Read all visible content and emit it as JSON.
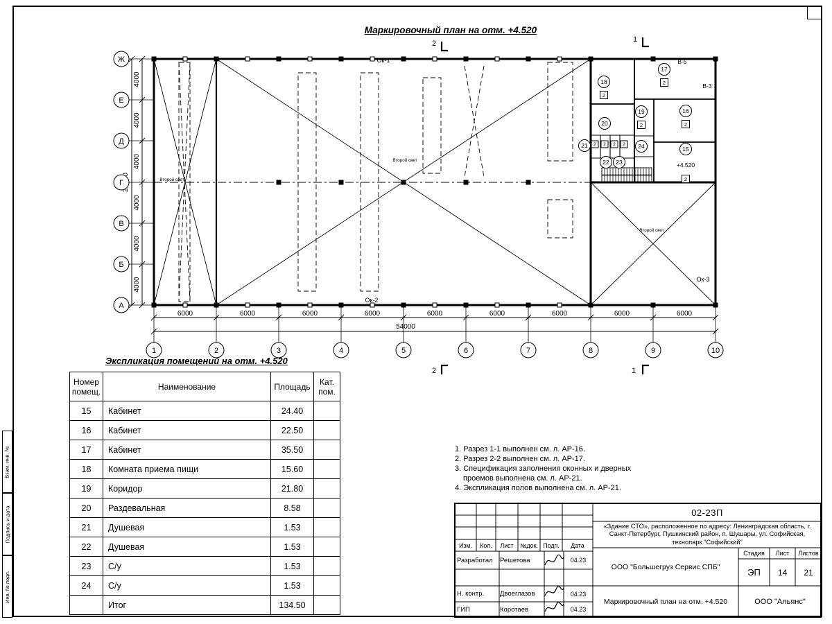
{
  "page": {
    "plan_title": "Маркировочный план на отм. +4.520",
    "table_title": "Экспликация помещений на отм. +4.520"
  },
  "plan": {
    "axes_rows": [
      "Ж",
      "Е",
      "Д",
      "Г",
      "В",
      "Б",
      "А"
    ],
    "axes_cols": [
      "1",
      "2",
      "3",
      "4",
      "5",
      "6",
      "7",
      "8",
      "9",
      "10"
    ],
    "bay_width": "6000",
    "bay_height": "4000",
    "total_width": "54000",
    "total_height": "24000",
    "window_top": "Ок-1",
    "window_bottom": "Ок-2",
    "window_right": "Ок-3",
    "second_light": "Второй свет",
    "elevation": "+4.520",
    "vent_1": "В-5",
    "vent_2": "В-3",
    "door_mark": "2",
    "section_1": "1",
    "section_2": "2"
  },
  "rooms": [
    {
      "number": "15",
      "name": "Кабинет",
      "area": "24.40",
      "cat": ""
    },
    {
      "number": "16",
      "name": "Кабинет",
      "area": "22.50",
      "cat": ""
    },
    {
      "number": "17",
      "name": "Кабинет",
      "area": "35.50",
      "cat": ""
    },
    {
      "number": "18",
      "name": "Комната приема пищи",
      "area": "15.60",
      "cat": ""
    },
    {
      "number": "19",
      "name": "Коридор",
      "area": "21.80",
      "cat": ""
    },
    {
      "number": "20",
      "name": "Раздевальная",
      "area": "8.58",
      "cat": ""
    },
    {
      "number": "21",
      "name": "Душевая",
      "area": "1.53",
      "cat": ""
    },
    {
      "number": "22",
      "name": "Душевая",
      "area": "1.53",
      "cat": ""
    },
    {
      "number": "23",
      "name": "С/у",
      "area": "1.53",
      "cat": ""
    },
    {
      "number": "24",
      "name": "С/у",
      "area": "1.53",
      "cat": ""
    },
    {
      "number": "",
      "name": "Итог",
      "area": "134.50",
      "cat": ""
    }
  ],
  "table_headers": {
    "number": "Номер помещ.",
    "name": "Наименование",
    "area": "Площадь",
    "cat": "Кат. пом."
  },
  "notes": [
    "1. Разрез 1-1 выполнен см. л. АР-16.",
    "2. Разрез 2-2 выполнен см. л. АР-17.",
    "3. Спецификация заполнения оконных и дверных проемов выполнена см. л. АР-21.",
    "4. Экспликация полов выполнена см. л. АР-21."
  ],
  "title_block": {
    "doc_number": "02-23П",
    "project_desc": "«Здание СТО», расположенное по адресу: Ленинградская область, г. Санкт-Петербург, Пушкинский район, п. Шушары, ул. Софийская, технопарк \"Софийский\"",
    "columns": [
      "Изм.",
      "Кол.",
      "Лист",
      "№док.",
      "Подп.",
      "Дата"
    ],
    "roles": [
      {
        "role": "Разработал",
        "name": "Решетова",
        "date": "04.23"
      },
      {
        "role": "Н. контр.",
        "name": "Двоеглазов",
        "date": "04.23"
      },
      {
        "role": "ГИП",
        "name": "Коротаев",
        "date": "04.23"
      }
    ],
    "company": "ООО \"Большегруз Сервис СПБ\"",
    "stage_label": "Стадия",
    "sheet_label": "Лист",
    "sheets_label": "Листов",
    "stage": "ЭП",
    "sheet": "14",
    "sheets": "21",
    "drawing_name": "Маркировочный план на отм. +4.520",
    "org": "ООО \"Альянс\""
  },
  "side_labels": [
    "Взам. инв. №",
    "Подпись и дата",
    "Инв. № подл."
  ]
}
